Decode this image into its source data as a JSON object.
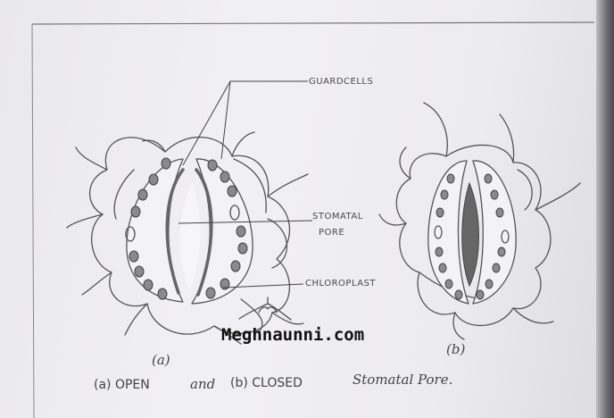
{
  "diagram": {
    "labels": {
      "guard_cells": "GUARDCELLS",
      "stomatal_pore_line1": "STOMATAL",
      "stomatal_pore_line2": "PORE",
      "chloroplast": "CHLOROPLAST"
    },
    "figure_a_label": "(a)",
    "figure_b_label": "(b)",
    "caption": {
      "part1": "(a) OPEN",
      "part2": "and",
      "part3": "(b) CLOSED",
      "part4": "Stomatal Pore."
    },
    "watermark": "Meghnaunni.com"
  }
}
